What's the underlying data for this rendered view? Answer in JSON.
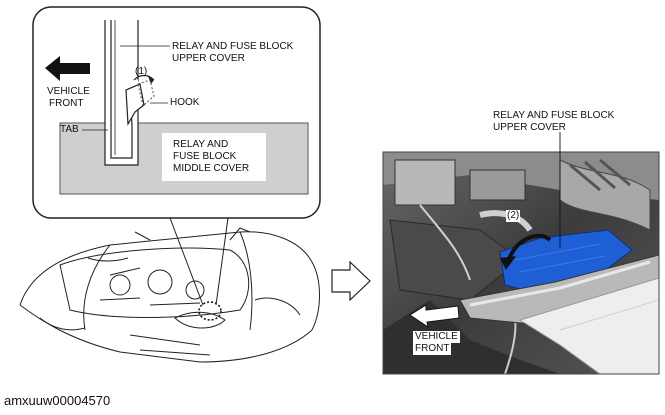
{
  "figure_code": "amxuuw00004570",
  "detail_inset": {
    "upper_cover_label_line1": "RELAY AND FUSE BLOCK",
    "upper_cover_label_line2": "UPPER COVER",
    "step_1": "(1)",
    "hook_label": "HOOK",
    "tab_label": "TAB",
    "middle_cover_line1": "RELAY AND",
    "middle_cover_line2": "FUSE BLOCK",
    "middle_cover_line3": "MIDDLE COVER",
    "vehicle_front_line1": "VEHICLE",
    "vehicle_front_line2": "FRONT"
  },
  "photo_panel": {
    "upper_cover_label_line1": "RELAY AND FUSE BLOCK",
    "upper_cover_label_line2": "UPPER COVER",
    "step_2": "(2)",
    "vehicle_front_line1": "VEHICLE",
    "vehicle_front_line2": "FRONT",
    "cover_color": "#1f5fd6"
  }
}
